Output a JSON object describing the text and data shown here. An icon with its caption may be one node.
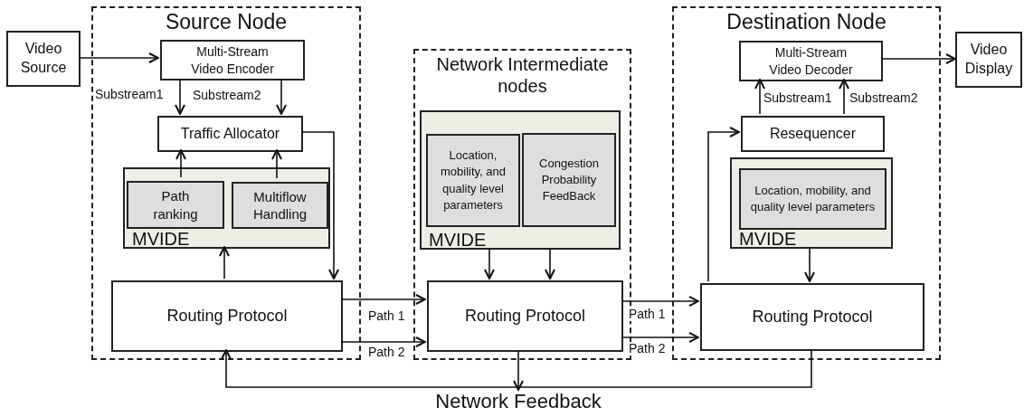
{
  "diagram": {
    "nodes": [
      {
        "text": [
          "Video Source"
        ]
      },
      {
        "text": [
          "Source Node"
        ]
      },
      {
        "text": [
          "Multi-Stream Video Encoder"
        ],
        "in": 1
      },
      {
        "text": [
          "Traffic Allocator"
        ],
        "in": 1
      },
      {
        "text": [
          "MVIDE"
        ],
        "in": 1
      },
      {
        "text": [
          "Path ranking"
        ],
        "in": 4
      },
      {
        "text": [
          "Multiflow Handling"
        ],
        "in": 4
      },
      {
        "text": [
          "Routing Protocol"
        ],
        "in": 1
      },
      {
        "text": [
          "Network Intermediate nodes"
        ]
      },
      {
        "text": [
          "MVIDE"
        ],
        "in": 8
      },
      {
        "text": [
          "Location, mobility, and quality level parameters"
        ],
        "in": 9
      },
      {
        "text": [
          "Congestion Probability FeedBack"
        ],
        "in": 9
      },
      {
        "text": [
          "Routing Protocol"
        ],
        "in": 8
      },
      {
        "text": [
          "Destination Node"
        ]
      },
      {
        "text": [
          "Multi-Stream Video Decoder"
        ],
        "in": 13
      },
      {
        "text": [
          "Resequencer"
        ],
        "in": 13
      },
      {
        "text": [
          "MVIDE"
        ],
        "in": 13
      },
      {
        "text": [
          "Location, mobility, and quality level parameters"
        ],
        "in": 16
      },
      {
        "text": [
          "Routing Protocol"
        ],
        "in": 13
      },
      {
        "text": [
          "Video Display"
        ]
      },
      {
        "text": [
          "Network Feedback"
        ]
      }
    ],
    "edges": [
      {
        "from": 0,
        "to": 2,
        "arrow": "to"
      },
      {
        "from": 2,
        "to": 3,
        "arrow": "to",
        "label": "Substream1"
      },
      {
        "from": 2,
        "to": 3,
        "arrow": "to",
        "label": "Substream2"
      },
      {
        "from": 5,
        "to": 3,
        "arrow": "to"
      },
      {
        "from": 6,
        "to": 3,
        "arrow": "to"
      },
      {
        "from": 3,
        "to": 7,
        "arrow": "to"
      },
      {
        "from": 7,
        "to": 4,
        "arrow": "to"
      },
      {
        "from": 7,
        "to": 12,
        "arrow": "to",
        "label": "Path 1"
      },
      {
        "from": 7,
        "to": 12,
        "arrow": "to",
        "label": "Path 2"
      },
      {
        "from": 9,
        "to": 12,
        "arrow": "to"
      },
      {
        "from": 9,
        "to": 12,
        "arrow": "to"
      },
      {
        "from": 12,
        "to": 18,
        "arrow": "to",
        "label": "Path 1"
      },
      {
        "from": 12,
        "to": 18,
        "arrow": "to",
        "label": "Path 2"
      },
      {
        "from": 16,
        "to": 18,
        "arrow": "to"
      },
      {
        "from": 18,
        "to": 15,
        "arrow": "to"
      },
      {
        "from": 15,
        "to": 14,
        "arrow": "to",
        "label": "Substream1"
      },
      {
        "from": 15,
        "to": 14,
        "arrow": "to",
        "label": "Substream2"
      },
      {
        "from": 14,
        "to": 19,
        "arrow": "to"
      },
      {
        "from": 18,
        "to": 7,
        "arrow": "to"
      },
      {
        "from": 12,
        "to": 20,
        "arrow": "to"
      }
    ]
  }
}
